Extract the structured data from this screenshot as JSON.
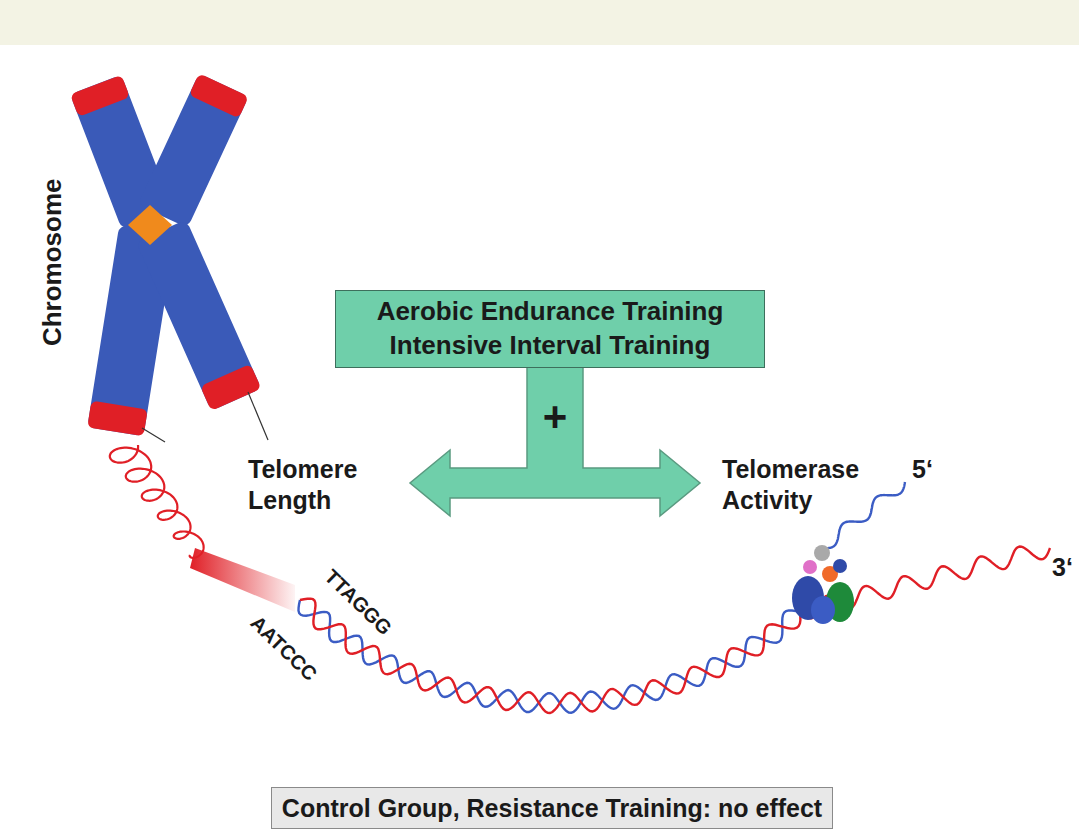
{
  "diagram": {
    "nodes": [
      {
        "text": [
          "Aerobic Endurance Training Intensive Interval Training"
        ]
      },
      {
        "text": [
          "Control Group, Resistance Training: no effect"
        ]
      }
    ],
    "labels": [
      "Chromosome",
      "+",
      "Telomere Length",
      "Telomerase Activity",
      "5‘",
      "3‘",
      "TTAGGG",
      "AATCCC"
    ]
  }
}
